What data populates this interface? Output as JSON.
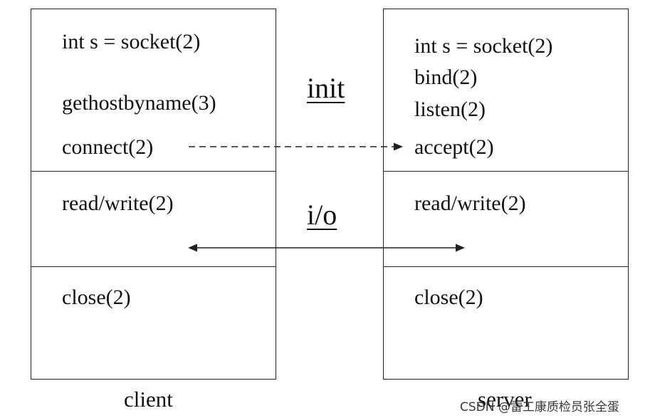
{
  "client": {
    "init_lines": [
      "int s = socket(2)",
      "gethostbyname(3)",
      "connect(2)"
    ],
    "io_lines": [
      "read/write(2)"
    ],
    "close_lines": [
      "close(2)"
    ],
    "caption": "client"
  },
  "server": {
    "init_lines": [
      "int s = socket(2)",
      "bind(2)",
      "listen(2)",
      "accept(2)"
    ],
    "io_lines": [
      "read/write(2)"
    ],
    "close_lines": [
      "close(2)"
    ],
    "caption": "server"
  },
  "phases": {
    "init": "init",
    "io": "i/o"
  },
  "arrows": {
    "connect_to_accept": "dashed, one-way",
    "io_exchange": "solid, bidirectional"
  },
  "watermark": "CSDN @雷工康质检员张全蛋"
}
